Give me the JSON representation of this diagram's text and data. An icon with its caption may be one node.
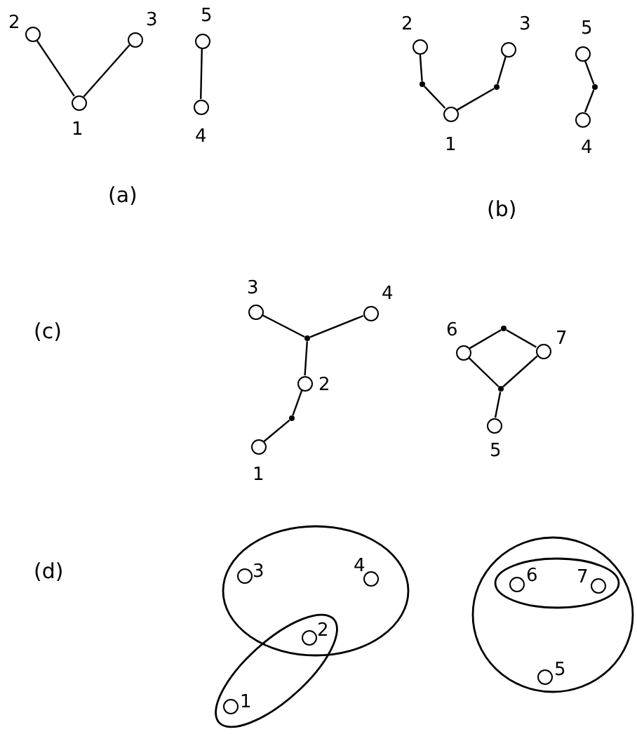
{
  "diagram": {
    "nodes": [
      {
        "text": [],
        "shape": "circle",
        "beside": [
          "2"
        ]
      },
      {
        "text": [],
        "shape": "circle",
        "beside": [
          "3"
        ]
      },
      {
        "text": [],
        "shape": "circle",
        "beside": [
          "1"
        ]
      },
      {
        "text": [],
        "shape": "circle",
        "beside": [
          "5"
        ]
      },
      {
        "text": [],
        "shape": "circle",
        "beside": [
          "4"
        ]
      },
      {
        "text": [],
        "shape": "circle",
        "beside": [
          "2"
        ]
      },
      {
        "text": [],
        "shape": "circle",
        "beside": [
          "3"
        ]
      },
      {
        "text": [],
        "shape": "dot"
      },
      {
        "text": [],
        "shape": "dot"
      },
      {
        "text": [],
        "shape": "circle",
        "beside": [
          "1"
        ]
      },
      {
        "text": [],
        "shape": "circle",
        "beside": [
          "5"
        ]
      },
      {
        "text": [],
        "shape": "dot"
      },
      {
        "text": [],
        "shape": "circle",
        "beside": [
          "4"
        ]
      },
      {
        "text": [],
        "shape": "circle",
        "beside": [
          "3"
        ]
      },
      {
        "text": [],
        "shape": "circle",
        "beside": [
          "4"
        ]
      },
      {
        "text": [],
        "shape": "dot"
      },
      {
        "text": [],
        "shape": "circle",
        "beside": [
          "2"
        ]
      },
      {
        "text": [],
        "shape": "dot"
      },
      {
        "text": [],
        "shape": "circle",
        "beside": [
          "1"
        ]
      },
      {
        "text": [],
        "shape": "circle",
        "beside": [
          "6"
        ]
      },
      {
        "text": [],
        "shape": "dot"
      },
      {
        "text": [],
        "shape": "circle",
        "beside": [
          "7"
        ]
      },
      {
        "text": [],
        "shape": "dot"
      },
      {
        "text": [],
        "shape": "circle",
        "beside": [
          "5"
        ]
      },
      {
        "text": [],
        "shape": "ellipse"
      },
      {
        "text": [],
        "shape": "circle",
        "beside": [
          "3"
        ],
        "in": 24
      },
      {
        "text": [],
        "shape": "circle",
        "beside": [
          "4"
        ],
        "in": 24
      },
      {
        "text": [],
        "shape": "ellipse"
      },
      {
        "text": [],
        "shape": "circle",
        "beside": [
          "2"
        ]
      },
      {
        "text": [],
        "shape": "circle",
        "beside": [
          "1"
        ],
        "in": 27
      },
      {
        "text": [],
        "shape": "ellipse"
      },
      {
        "text": [],
        "shape": "ellipse",
        "in": 30
      },
      {
        "text": [],
        "shape": "circle",
        "beside": [
          "6"
        ],
        "in": 31
      },
      {
        "text": [],
        "shape": "circle",
        "beside": [
          "7"
        ],
        "in": 31
      },
      {
        "text": [],
        "shape": "circle",
        "beside": [
          "5"
        ],
        "in": 30
      }
    ],
    "edges": [
      {
        "from": 0,
        "to": 2,
        "arrow": "none"
      },
      {
        "from": 2,
        "to": 1,
        "arrow": "none"
      },
      {
        "from": 3,
        "to": 4,
        "arrow": "none"
      },
      {
        "from": 5,
        "to": 7,
        "arrow": "none"
      },
      {
        "from": 7,
        "to": 9,
        "arrow": "none"
      },
      {
        "from": 9,
        "to": 8,
        "arrow": "none"
      },
      {
        "from": 8,
        "to": 6,
        "arrow": "none"
      },
      {
        "from": 10,
        "to": 11,
        "arrow": "none"
      },
      {
        "from": 11,
        "to": 12,
        "arrow": "none"
      },
      {
        "from": 13,
        "to": 15,
        "arrow": "none"
      },
      {
        "from": 15,
        "to": 14,
        "arrow": "none"
      },
      {
        "from": 15,
        "to": 16,
        "arrow": "none"
      },
      {
        "from": 16,
        "to": 17,
        "arrow": "none"
      },
      {
        "from": 17,
        "to": 18,
        "arrow": "none"
      },
      {
        "from": 19,
        "to": 20,
        "arrow": "none"
      },
      {
        "from": 20,
        "to": 21,
        "arrow": "none"
      },
      {
        "from": 19,
        "to": 22,
        "arrow": "none"
      },
      {
        "from": 21,
        "to": 22,
        "arrow": "none"
      },
      {
        "from": 22,
        "to": 23,
        "arrow": "none"
      }
    ],
    "labels": [
      "(a)",
      "(b)",
      "(c)",
      "(d)"
    ]
  }
}
